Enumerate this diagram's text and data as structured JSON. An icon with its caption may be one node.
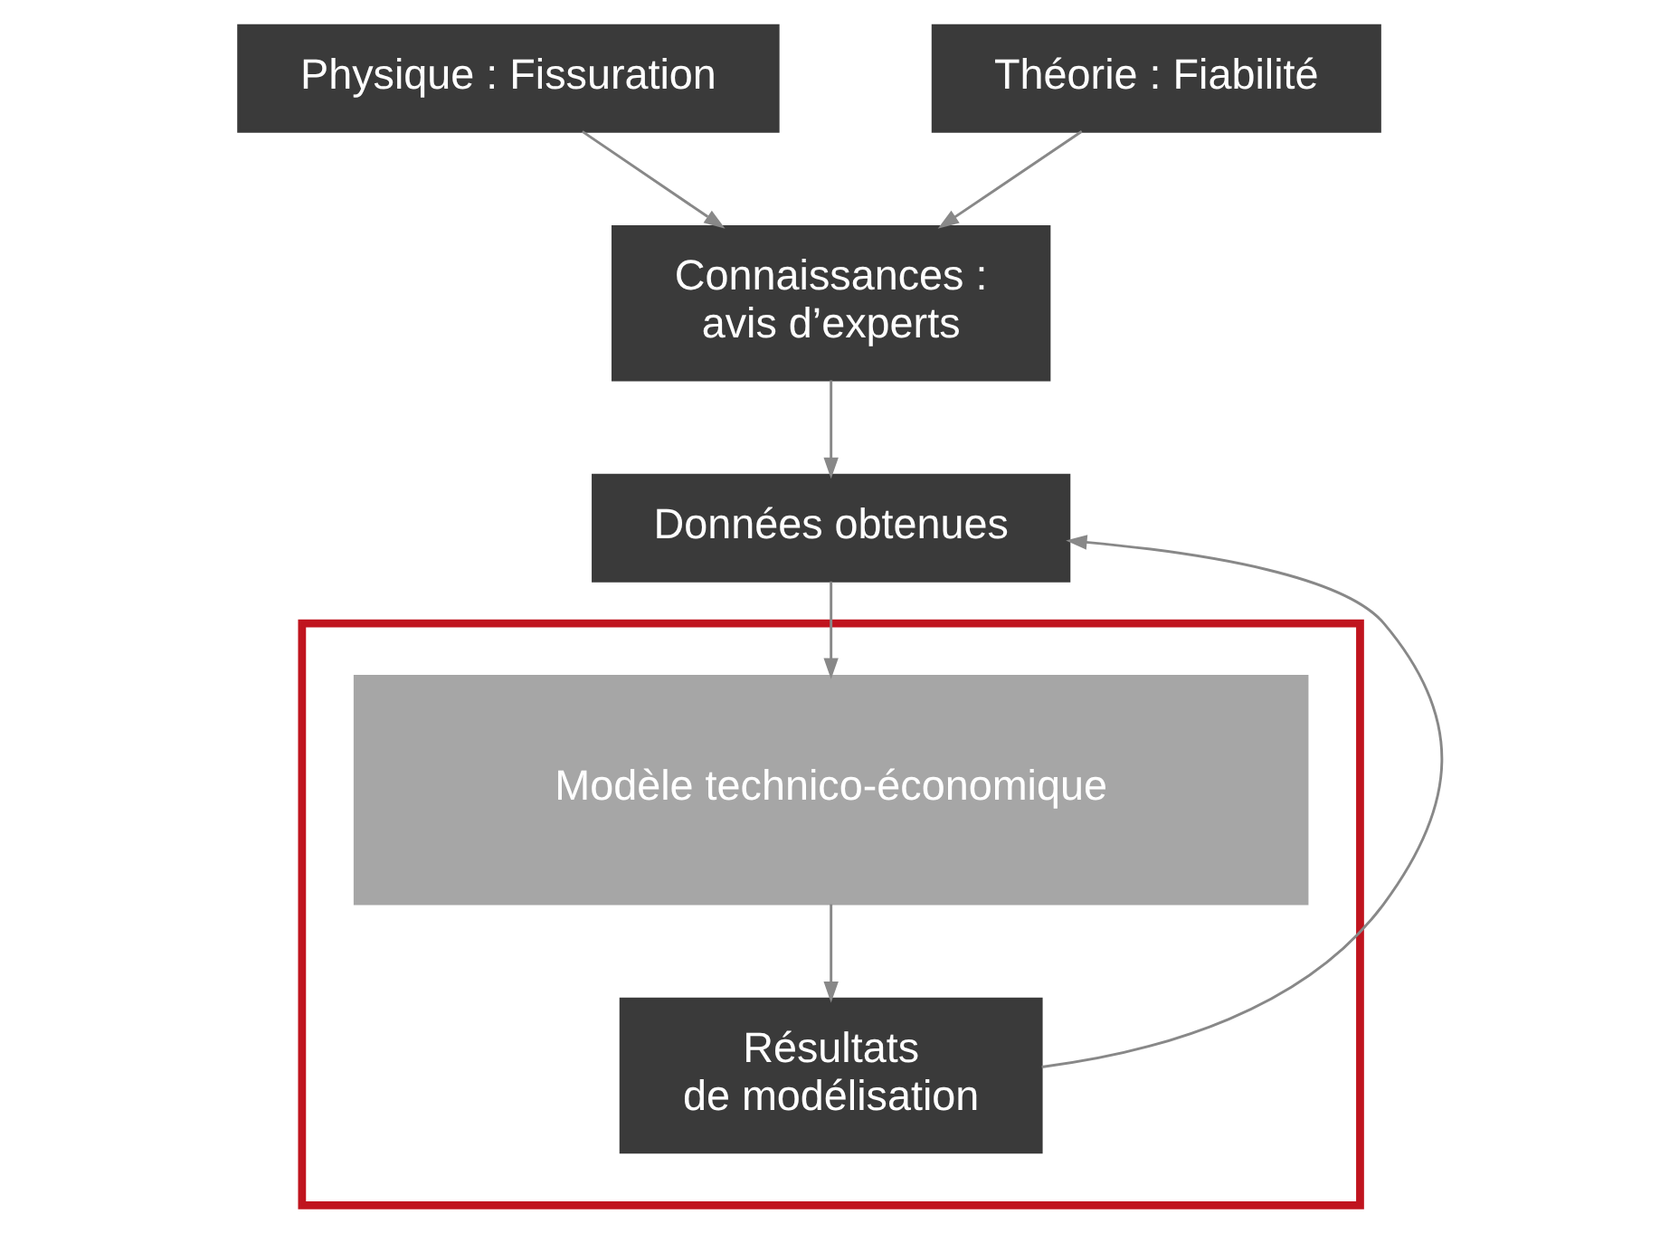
{
  "diagram": {
    "nodes": [
      {
        "text": [
          "Physique : Fissuration"
        ]
      },
      {
        "text": [
          "Théorie : Fiabilité"
        ]
      },
      {
        "text": [
          "Connaissances : avis d’experts"
        ]
      },
      {
        "text": [
          "Données obtenues"
        ]
      },
      {
        "text": [],
        "shape": "box"
      },
      {
        "text": [
          "Modèle technico-économique"
        ],
        "in": 4
      },
      {
        "text": [
          "Résultats de modélisation"
        ],
        "in": 4
      }
    ],
    "edges": [
      {
        "from": 0,
        "to": 2,
        "arrow": "to"
      },
      {
        "from": 1,
        "to": 2,
        "arrow": "to"
      },
      {
        "from": 2,
        "to": 3,
        "arrow": "to"
      },
      {
        "from": 3,
        "to": 5,
        "arrow": "to"
      },
      {
        "from": 5,
        "to": 6,
        "arrow": "to"
      },
      {
        "from": 6,
        "to": 3,
        "arrow": "to"
      }
    ]
  }
}
